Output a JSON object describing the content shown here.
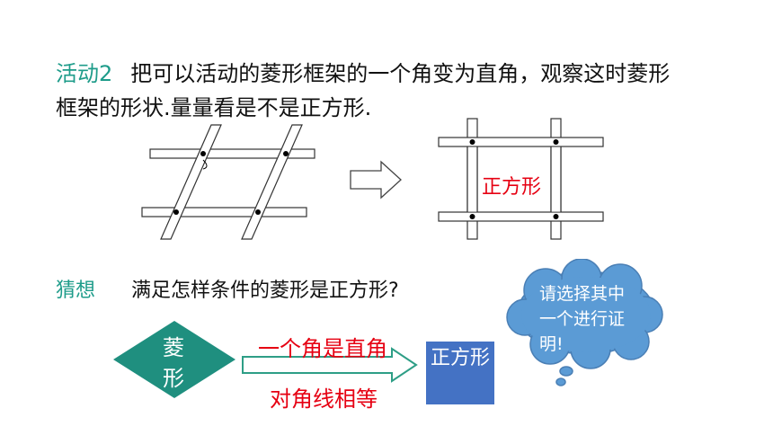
{
  "activity": {
    "label": "活动2",
    "text_line1": "把可以活动的菱形框架的一个角变为直角，观察这时菱形",
    "text_line2": "框架的形状.量量看是不是正方形."
  },
  "square_label": "正方形",
  "guess": {
    "label": "猜想",
    "question": "满足怎样条件的菱形是正方形?"
  },
  "diagram": {
    "diamond_text": "菱形",
    "condition_top": "一个角是直角",
    "condition_bottom": "对角线相等",
    "result_box": "正方形"
  },
  "callout": {
    "text": "请选择其中一个进行证明!"
  },
  "colors": {
    "teal": "#1e9c8a",
    "diamond": "#1f8f7f",
    "red": "#e60012",
    "box_blue": "#4472c4",
    "cloud": "#5b9bd5"
  }
}
